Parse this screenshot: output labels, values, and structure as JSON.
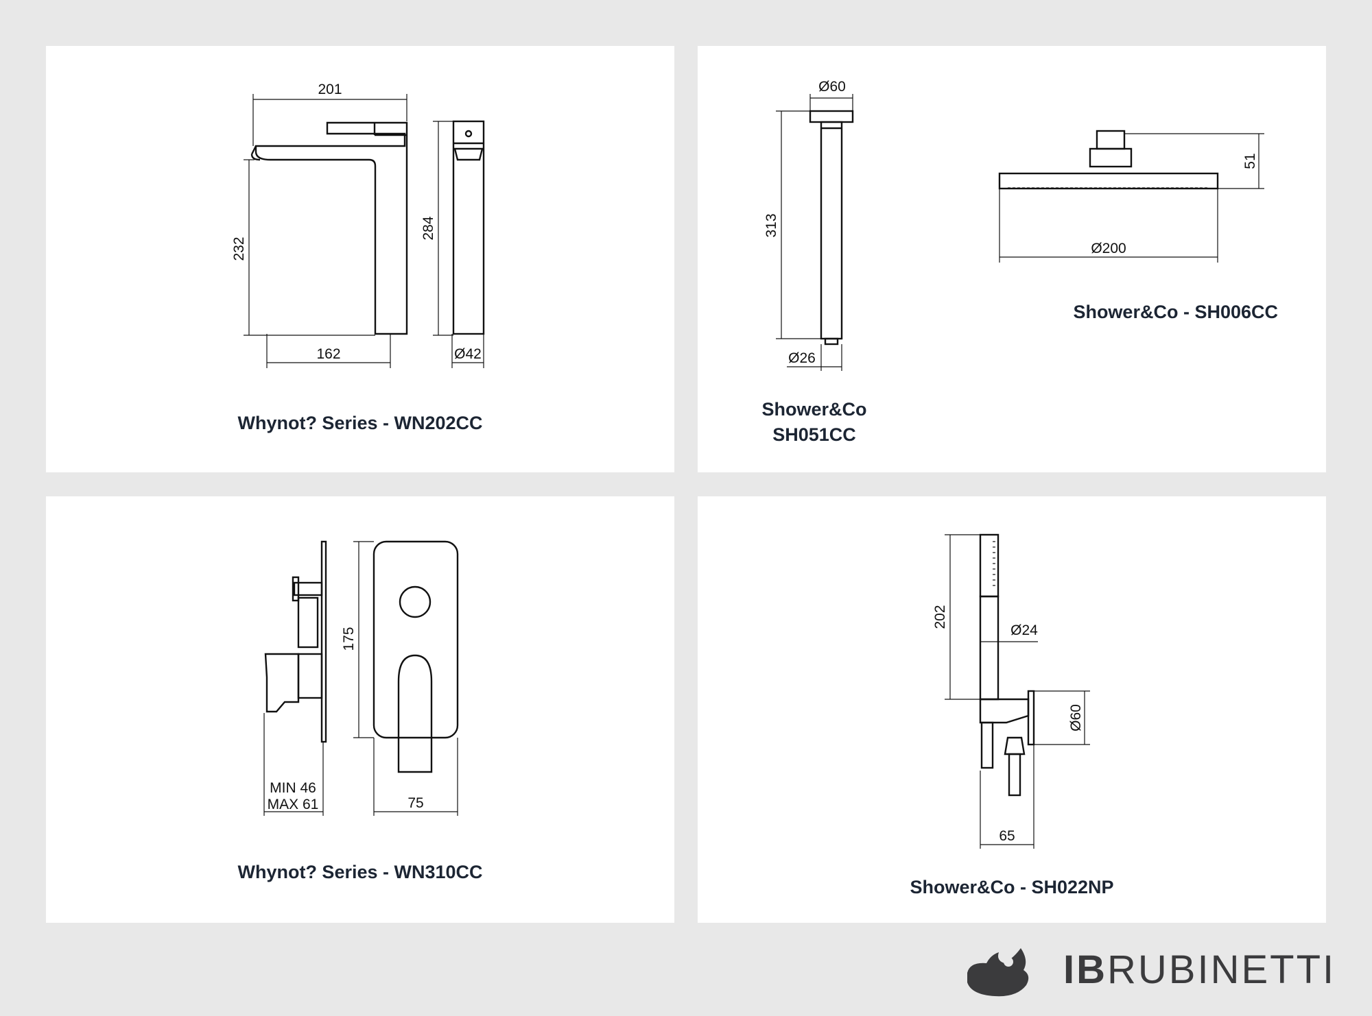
{
  "brand": {
    "name_bold": "IB",
    "name_rest": "RUBINETTI",
    "logo_icon": "droplet-logo-icon"
  },
  "colors": {
    "background": "#e8e8e8",
    "card": "#ffffff",
    "caption": "#1c2533",
    "line": "#111111"
  },
  "products": [
    {
      "caption": "Whynot? Series - WN202CC",
      "dims": {
        "width_top": "201",
        "height": "232",
        "total_height": "284",
        "reach": "162",
        "base_dia": "Ø42"
      }
    },
    {
      "caption_line1": "Shower&Co",
      "caption_line2": "SH051CC",
      "dims": {
        "flange_dia": "Ø60",
        "length": "313",
        "arm_dia": "Ø26"
      }
    },
    {
      "caption": "Shower&Co - SH006CC",
      "dims": {
        "height": "51",
        "head_dia": "Ø200"
      }
    },
    {
      "caption": "Whynot? Series - WN310CC",
      "dims": {
        "depth_min": "MIN 46",
        "depth_max": "MAX 61",
        "height": "175",
        "width": "75"
      }
    },
    {
      "caption": "Shower&Co - SH022NP",
      "dims": {
        "handset_len": "202",
        "handset_dia": "Ø24",
        "bracket_dia": "Ø60",
        "projection": "65"
      }
    }
  ]
}
